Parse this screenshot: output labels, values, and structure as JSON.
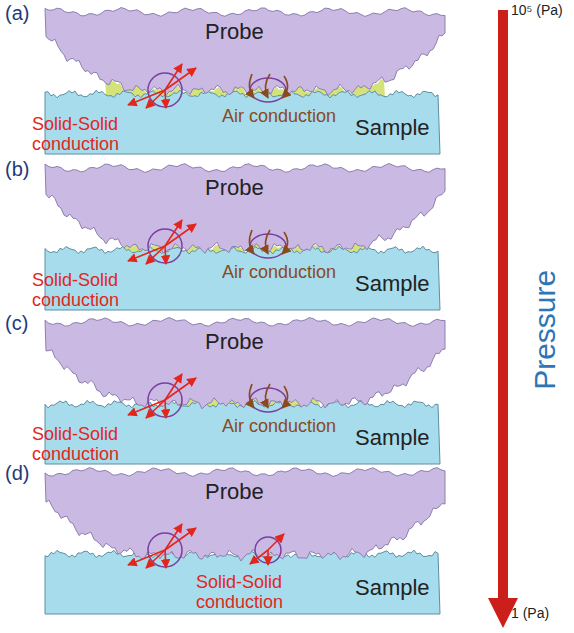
{
  "diagram": {
    "labels": [
      "(a)",
      "Probe",
      "Solid-Solid conduction",
      "Air conduction",
      "Sample",
      "(b)",
      "Probe",
      "Solid-Solid conduction",
      "Air conduction",
      "Sample",
      "(c)",
      "Probe",
      "Solid-Solid conduction",
      "Air conduction",
      "Sample",
      "(d)",
      "Probe",
      "Solid-Solid conduction",
      "Sample",
      "10⁵ (Pa)",
      "Pressure",
      "1 (Pa)"
    ]
  }
}
